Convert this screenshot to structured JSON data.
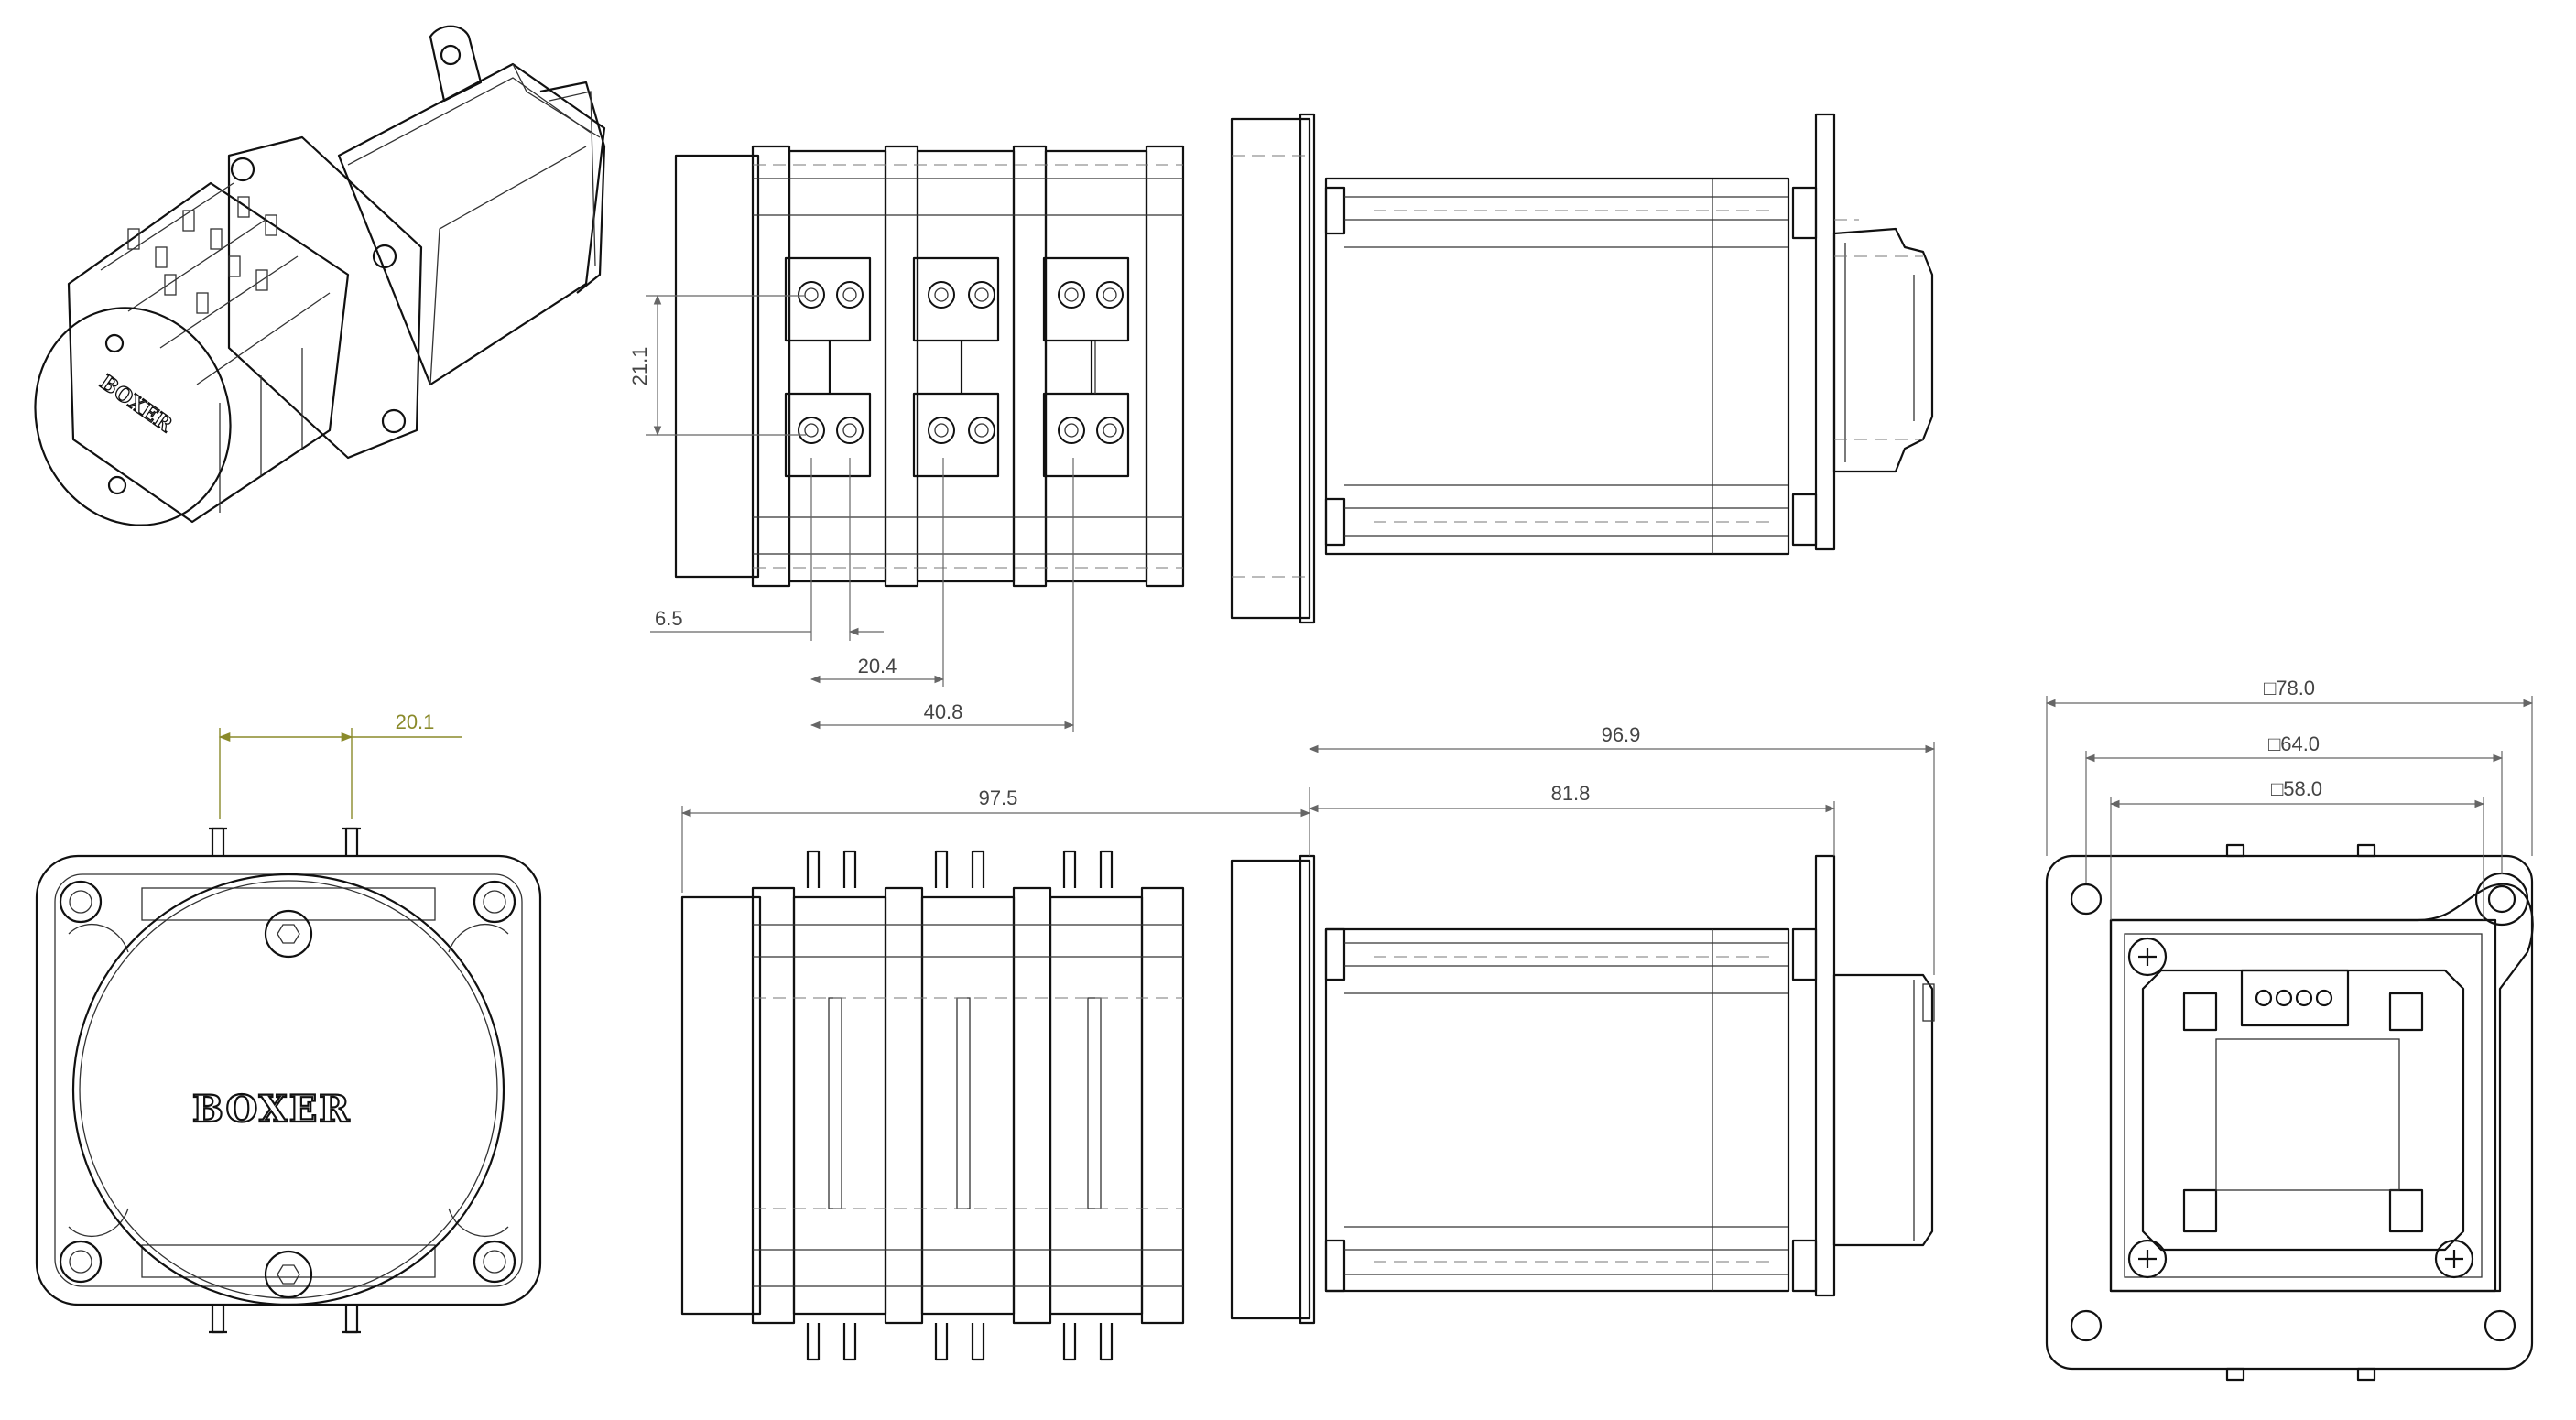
{
  "brand": "BOXER",
  "dimensions": {
    "d_21_1": "21.1",
    "d_6_5": "6.5",
    "d_20_4": "20.4",
    "d_40_8": "40.8",
    "d_20_1": "20.1",
    "d_97_5": "97.5",
    "d_96_9": "96.9",
    "d_81_8": "81.8",
    "d_sq78": "□78.0",
    "d_sq64": "□64.0",
    "d_sq58": "□58.0"
  },
  "colors": {
    "line": "#111111",
    "dimension": "#666666",
    "highlight_dimension": "#8a8a2a"
  }
}
